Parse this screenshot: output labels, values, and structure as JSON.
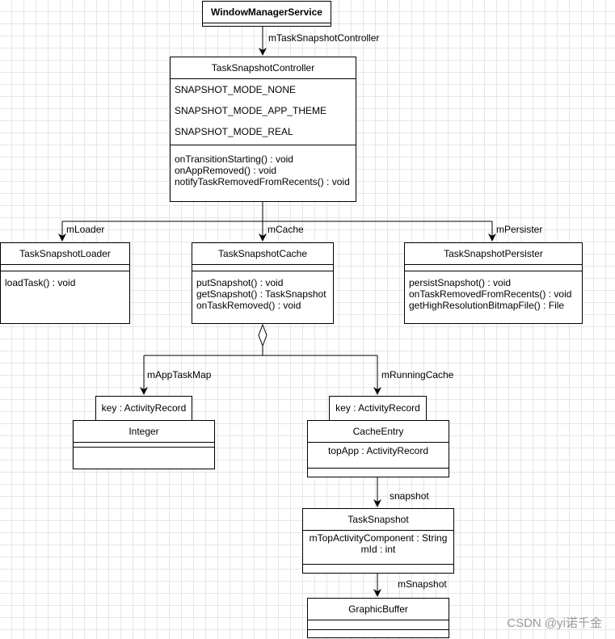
{
  "classes": {
    "wms": {
      "name": "WindowManagerService"
    },
    "controller": {
      "name": "TaskSnapshotController",
      "attributes": [
        "SNAPSHOT_MODE_NONE",
        "SNAPSHOT_MODE_APP_THEME",
        "SNAPSHOT_MODE_REAL"
      ],
      "methods": [
        "onTransitionStarting() : void",
        "onAppRemoved() : void",
        "notifyTaskRemovedFromRecents() : void"
      ]
    },
    "loader": {
      "name": "TaskSnapshotLoader",
      "methods": [
        "loadTask() : void"
      ]
    },
    "cache": {
      "name": "TaskSnapshotCache",
      "methods": [
        "putSnapshot() : void",
        "getSnapshot() : TaskSnapshot",
        "onTaskRemoved() : void"
      ]
    },
    "persister": {
      "name": "TaskSnapshotPersister",
      "methods": [
        "persistSnapshot() : void",
        "onTaskRemovedFromRecents() : void",
        "getHighResolutionBitmapFile() : File"
      ]
    },
    "integer": {
      "name": "Integer"
    },
    "cache_entry": {
      "name": "CacheEntry",
      "attributes": [
        "topApp : ActivityRecord"
      ]
    },
    "task_snapshot": {
      "name": "TaskSnapshot",
      "attributes": [
        "mTopActivityComponent : String",
        "mId : int"
      ]
    },
    "graphic_buffer": {
      "name": "GraphicBuffer"
    }
  },
  "qualifiers": {
    "app_task_map_key": "key : ActivityRecord",
    "running_cache_key": "key : ActivityRecord"
  },
  "edges": {
    "controller": "mTaskSnapshotController",
    "loader": "mLoader",
    "cache": "mCache",
    "persister": "mPersister",
    "app_task_map": "mAppTaskMap",
    "running_cache": "mRunningCache",
    "snapshot": "snapshot",
    "m_snapshot": "mSnapshot"
  },
  "watermark": "CSDN @yi诺千金"
}
